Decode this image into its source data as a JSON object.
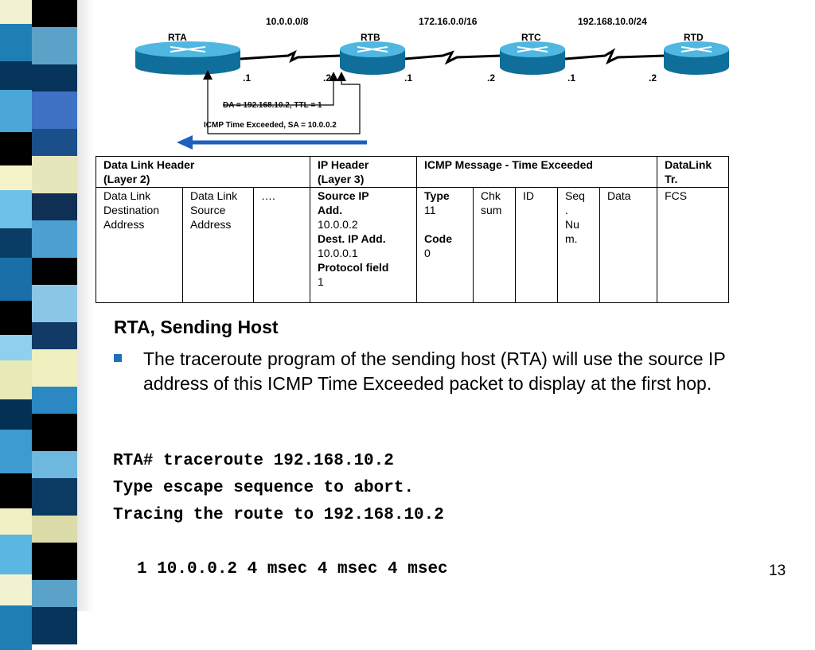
{
  "diagram": {
    "routers": [
      {
        "name": "RTA"
      },
      {
        "name": "RTB"
      },
      {
        "name": "RTC"
      },
      {
        "name": "RTD"
      }
    ],
    "networks": [
      "10.0.0.0/8",
      "172.16.0.0/16",
      "192.168.10.0/24"
    ],
    "interfaces": [
      ".1",
      ".2",
      ".1",
      ".2",
      ".1",
      ".2"
    ],
    "note_packet": "DA = 192.168.10.2,   TTL = 1",
    "note_icmp": "ICMP Time Exceeded, SA =  10.0.0.2",
    "colors": {
      "router": "#1e8cb8",
      "arrow": "#1f5fbf"
    }
  },
  "table": {
    "headers": {
      "datalink": "Data Link Header",
      "datalink_sub": "(Layer 2)",
      "ip": "IP Header",
      "ip_sub": "(Layer 3)",
      "icmp": "ICMP Message - Time Exceeded",
      "trailer": "DataLink",
      "trailer_sub": "Tr."
    },
    "dest_addr": [
      "Data Link",
      "Destination",
      "Address"
    ],
    "src_addr": [
      "Data Link",
      "Source",
      "Address"
    ],
    "dots": "….",
    "ip_cell": {
      "src_label": "Source IP",
      "src_label2": "Add.",
      "src_value": "10.0.0.2",
      "dest_label": "Dest. IP Add.",
      "dest_value": "10.0.0.1",
      "proto_label": "Protocol field",
      "proto_value": "1"
    },
    "type_cell": {
      "type_label": "Type",
      "type_value": "11",
      "code_label": "Code",
      "code_value": "0"
    },
    "chk": [
      "Chk",
      "sum"
    ],
    "id": "ID",
    "seq": [
      "Seq",
      ".",
      "Nu",
      "m."
    ],
    "data": "Data",
    "fcs": "FCS"
  },
  "body": {
    "heading": "RTA, Sending Host",
    "bullet": "The traceroute program of the sending host (RTA) will use the source IP address of this ICMP Time Exceeded packet to display at the first hop.",
    "code": [
      "RTA# traceroute 192.168.10.2",
      "Type escape sequence to abort.",
      "Tracing the route to 192.168.10.2",
      "1 10.0.0.2 4 msec 4 msec 4 msec"
    ],
    "page_number": "13"
  }
}
